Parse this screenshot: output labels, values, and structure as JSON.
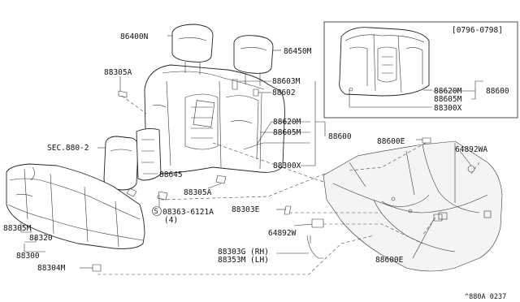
{
  "labels": {
    "headrest_left": "86400N",
    "headrest_right": "86450M",
    "clip_upper": "88305A",
    "bracket_a": "88603M",
    "bracket_b": "88602",
    "cover_a": "88620M",
    "cover_b": "88605M",
    "back_assy_code": "88600",
    "back_assy_sub": "88300X",
    "sec_ref": "SEC.880-2",
    "armrest": "88645",
    "clip_lower": "88305A",
    "screw_spec": "08363-6121A",
    "screw_qty": "(4)",
    "cushion_trim": "88305M",
    "cushion_pad": "88320",
    "cushion_assy": "88300",
    "hook": "88304M",
    "lock_bolt": "88303E",
    "striker_rh": "88303G (RH)",
    "striker_lh": "88353M (LH)",
    "grommet_lower": "64892W",
    "clip_floor_top": "88600E",
    "grommet_upper": "64892WA",
    "clip_floor_bottom": "88600E",
    "inset_date_range": "[0796-0798]",
    "inset_cover_a": "88620M",
    "inset_cover_b": "88605M",
    "inset_back_assy": "88300X",
    "inset_assy": "88600",
    "diagram_code": "^880A 0237"
  },
  "circled_symbol": "S"
}
